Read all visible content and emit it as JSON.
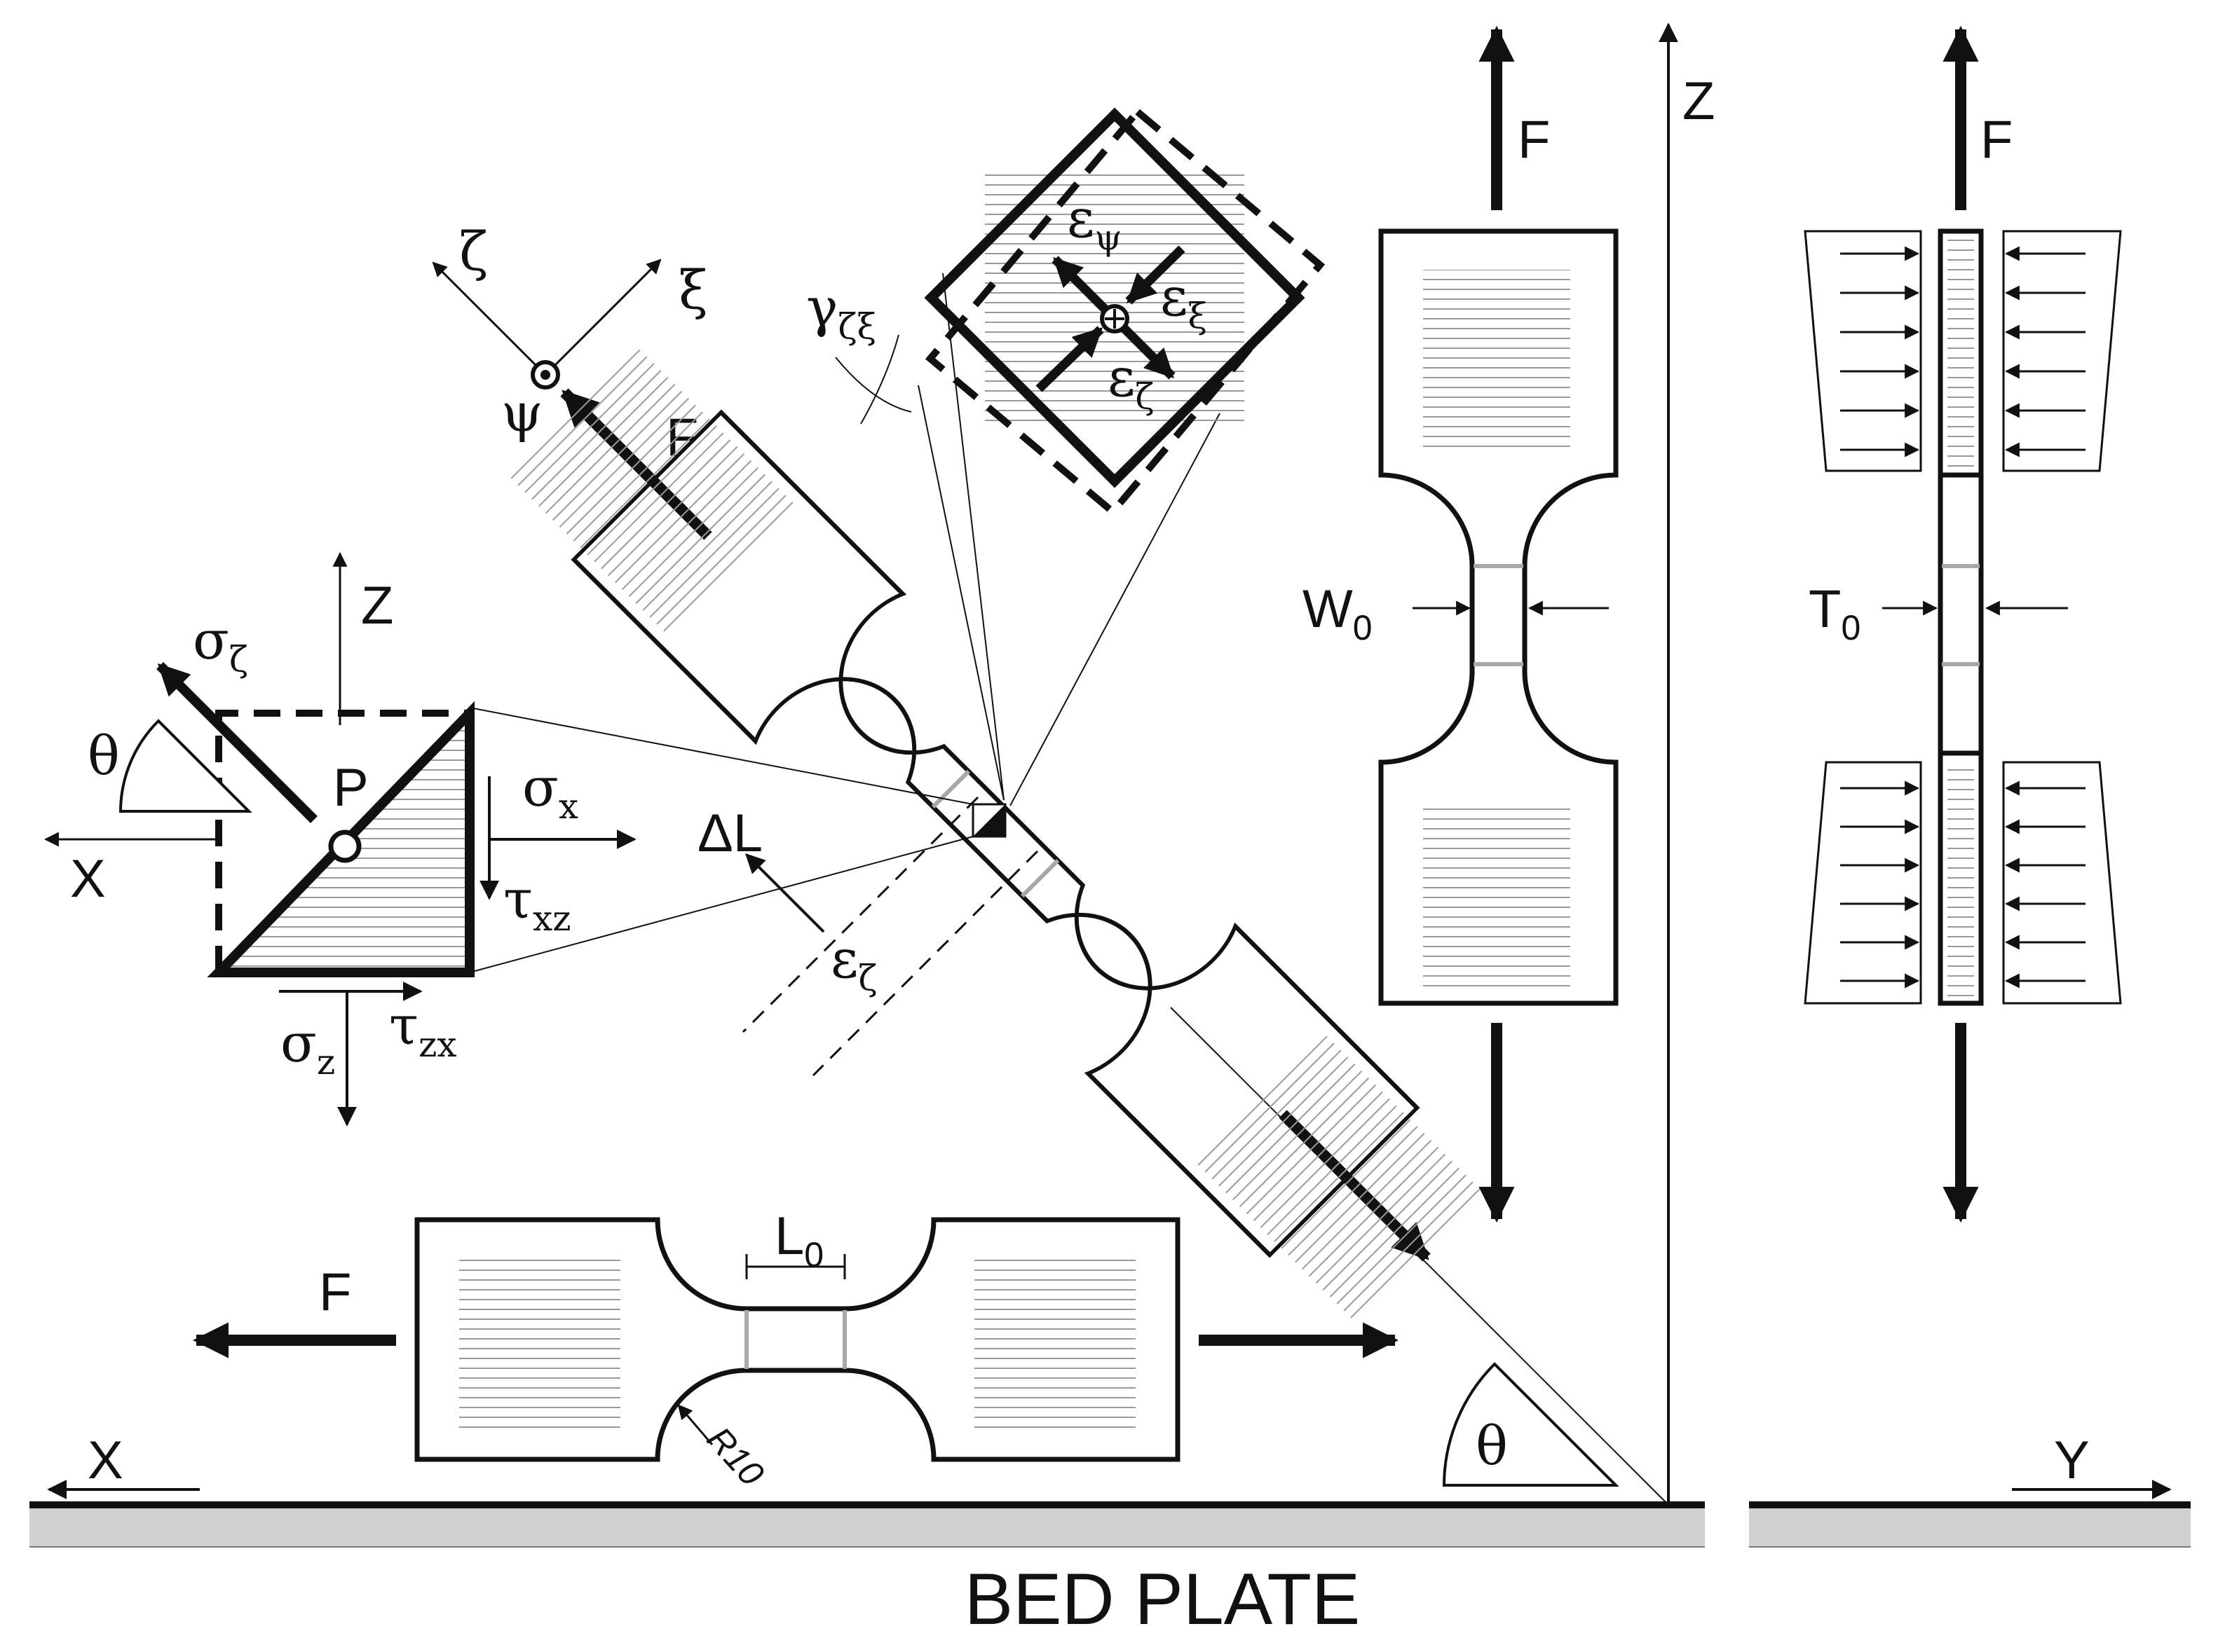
{
  "labels": {
    "force": "F",
    "axis_x": "X",
    "axis_y": "Y",
    "axis_z": "Z",
    "theta": "θ",
    "point_p": "P",
    "delta_l": "ΔL",
    "radius": "R10",
    "bed_plate": "BED PLATE",
    "zeta": "ζ",
    "xi": "ξ",
    "psi": "ψ",
    "sigma": "σ",
    "tau": "τ",
    "epsilon": "ε",
    "gamma": "γ",
    "sub_zeta": "ζ",
    "sub_xi": "ξ",
    "sub_psi": "ψ",
    "sub_x": "x",
    "sub_z": "z",
    "sub_xz": "xz",
    "sub_zx": "zx",
    "sub_zeta_xi": "ζξ",
    "l_base": "L",
    "w_base": "W",
    "t_base": "T",
    "sub_0": "0"
  },
  "colors": {
    "ink": "#111111",
    "hatch": "#9a9a9a",
    "gauge": "#a8a8a8",
    "plate": "#d0d0d0"
  }
}
